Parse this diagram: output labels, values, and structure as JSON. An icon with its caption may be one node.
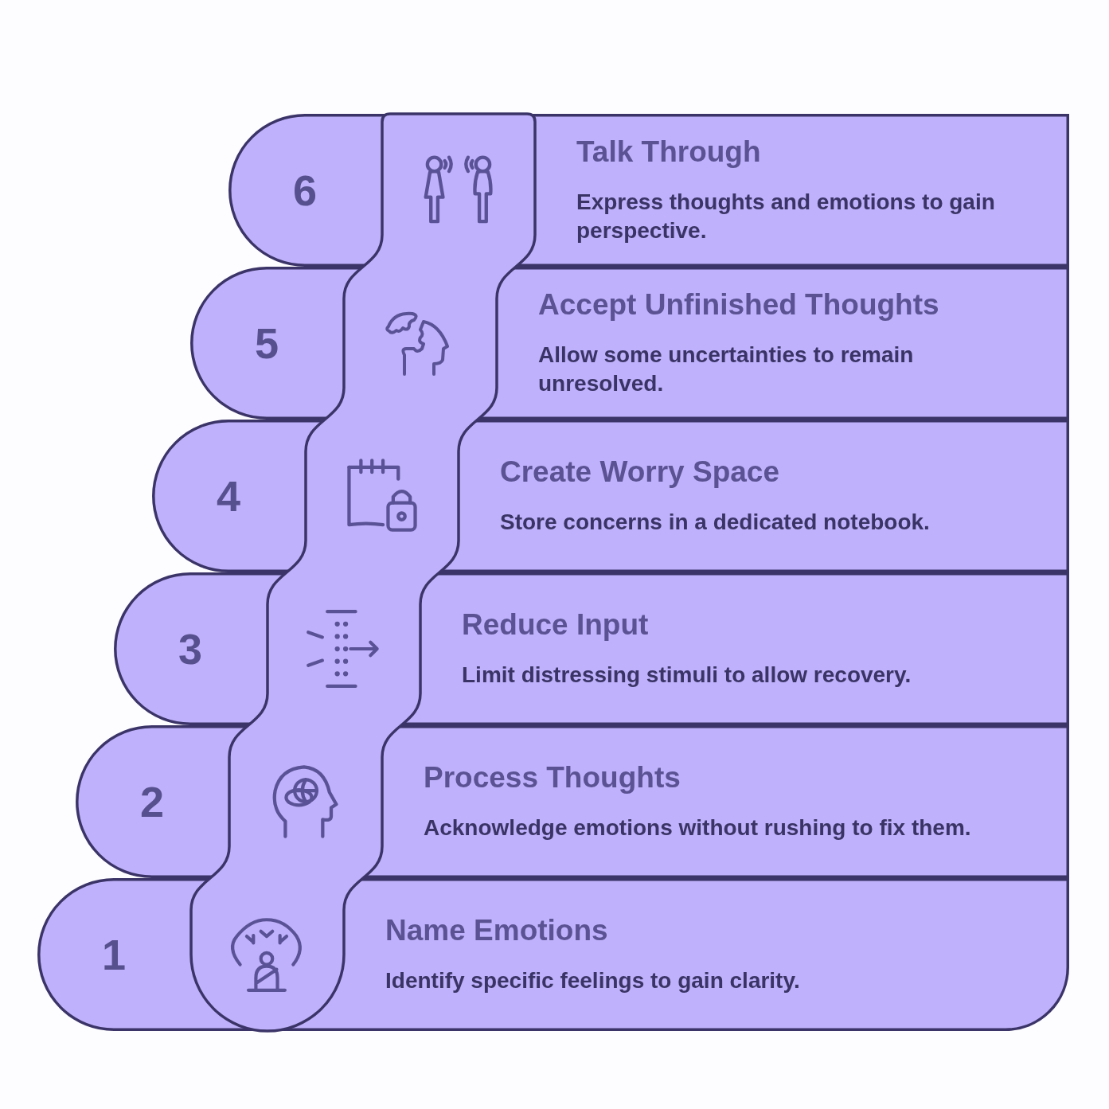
{
  "diagram": {
    "nodes": [
      {
        "text": [
          "6",
          "Talk Through",
          "Express thoughts and emotions to gain perspective."
        ]
      },
      {
        "text": [
          "5",
          "Accept Unfinished Thoughts",
          "Allow some uncertainties to remain unresolved."
        ]
      },
      {
        "text": [
          "4",
          "Create Worry Space",
          "Store concerns in a dedicated notebook."
        ]
      },
      {
        "text": [
          "3",
          "Reduce Input",
          "Limit distressing stimuli to allow recovery."
        ]
      },
      {
        "text": [
          "2",
          "Process Thoughts",
          "Acknowledge emotions without rushing to fix them."
        ]
      },
      {
        "text": [
          "1",
          "Name Emotions",
          "Identify specific feelings to gain clarity."
        ]
      }
    ]
  }
}
